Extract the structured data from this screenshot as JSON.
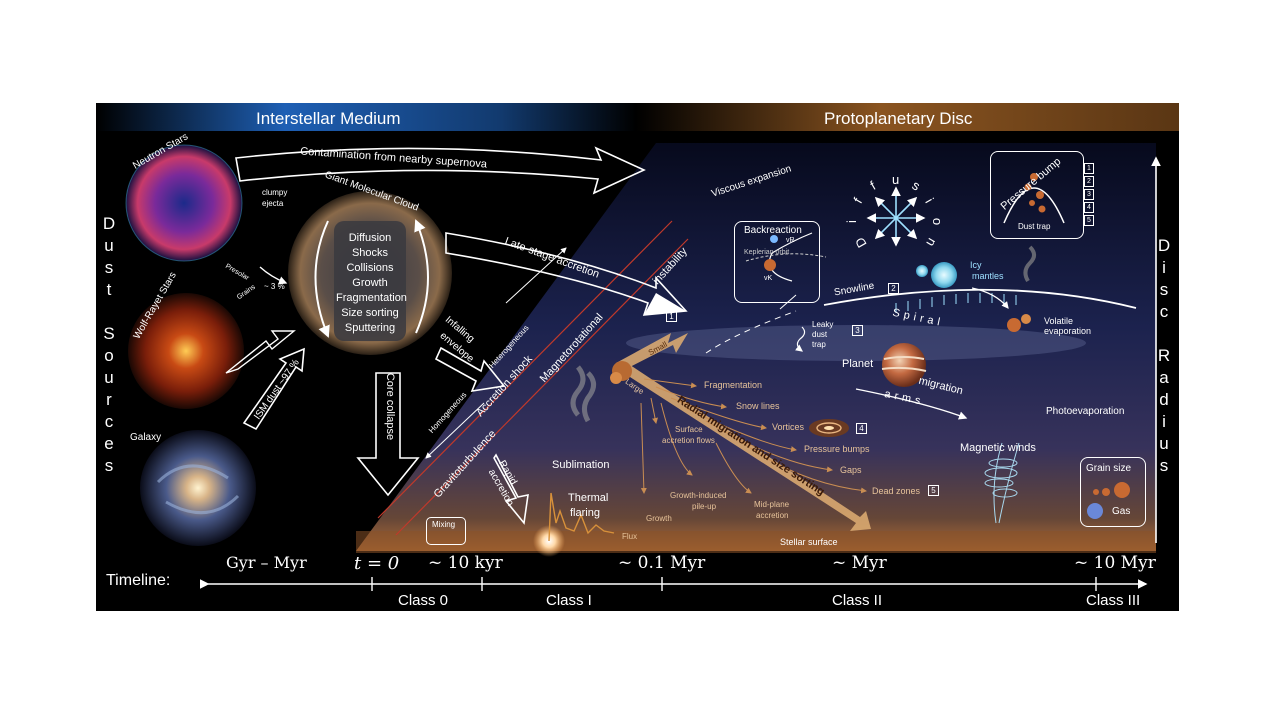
{
  "headers": {
    "ism": "Interstellar Medium",
    "disc": "Protoplanetary Disc"
  },
  "side_labels": {
    "dust_sources": [
      "D",
      "u",
      "s",
      "t",
      "",
      "S",
      "o",
      "u",
      "r",
      "c",
      "e",
      "s"
    ],
    "disc_radius": [
      "D",
      "i",
      "s",
      "c",
      "",
      "R",
      "a",
      "d",
      "i",
      "u",
      "s"
    ]
  },
  "sources": {
    "neutron": "Neutron Stars",
    "clumpy": "clumpy",
    "ejecta": "ejecta",
    "wolf_rayet": "Wolf-Rayet Stars",
    "galaxy": "Galaxy",
    "presolar": "Presolar",
    "grains": "Grains",
    "presolar_pct": "~ 3 %",
    "ism_dust": "ISM dust  ~97 %"
  },
  "cloud": {
    "title": "Giant Molecular Cloud",
    "processes": [
      "Diffusion",
      "Shocks",
      "Collisions",
      "Growth",
      "Fragmentation",
      "Size sorting",
      "Sputtering"
    ]
  },
  "arrows": {
    "contamination": "Contamination from nearby supernova",
    "late_stage": "Late-stage accretion",
    "infalling": "Infalling",
    "envelope": "envelope",
    "core_collapse": "Core collapse",
    "rapid": "Rapid",
    "accretion": "accretion",
    "viscous": "Viscous expansion"
  },
  "shock": {
    "heterogeneous": "Heterogeneous",
    "homogeneous": "Homogeneous",
    "accretion_shock": "Accretion shock",
    "magnetorotational": "Magnetorotational",
    "instability": "instability",
    "gravitoturbulence": "Gravitoturbulence",
    "mixing": "Mixing"
  },
  "disc": {
    "sublimation": "Sublimation",
    "thermal": "Thermal",
    "flaring": "flaring",
    "flux": "Flux",
    "small": "Small",
    "large": "Large",
    "radial": "Radial migration and size sorting",
    "branches": [
      "Fragmentation",
      "Snow lines",
      "Vortices",
      "Pressure bumps",
      "Gaps",
      "Dead zones"
    ],
    "sub_branches": [
      "Surface",
      "accretion flows",
      "Growth-induced",
      "pile-up",
      "Mid-plane",
      "accretion",
      "Growth"
    ],
    "stellar_surface": "Stellar surface",
    "backreaction": "Backreaction",
    "keplerian": "Keplerian orbit",
    "vk": "vK",
    "vr": "vR",
    "diffusion_letters": [
      "D",
      "i",
      "f",
      "f",
      "u",
      "s",
      "i",
      "o",
      "n"
    ],
    "pressure_bump": "Pressure bump",
    "dust_trap": "Dust trap",
    "snowline": "Snowline",
    "icy": "Icy",
    "mantles": "mantles",
    "volatile": "Volatile",
    "evaporation": "evaporation",
    "leaky": "Leaky",
    "leaky_dust": "dust",
    "leaky_trap": "trap",
    "spiral": "Spiral",
    "arms": "arms",
    "planet": "Planet",
    "migration": "migration",
    "photoevaporation": "Photoevaporation",
    "magnetic_winds": "Magnetic winds",
    "grain_size": "Grain size",
    "gas": "Gas",
    "markers": [
      "1",
      "2",
      "3",
      "4",
      "5"
    ]
  },
  "timeline": {
    "label": "Timeline:",
    "ticks": [
      "Gyr – Myr",
      "t = 0",
      "~ 10 kyr",
      "~ 0.1 Myr",
      "~ Myr",
      "~ 10 Myr"
    ],
    "classes": [
      "Class 0",
      "Class I",
      "Class II",
      "Class III"
    ]
  },
  "colors": {
    "ism_blue": "#1e5fb4",
    "disc_orange": "#b86f25",
    "radial_arrow": "#d9a870",
    "branch": "#c98d52"
  }
}
